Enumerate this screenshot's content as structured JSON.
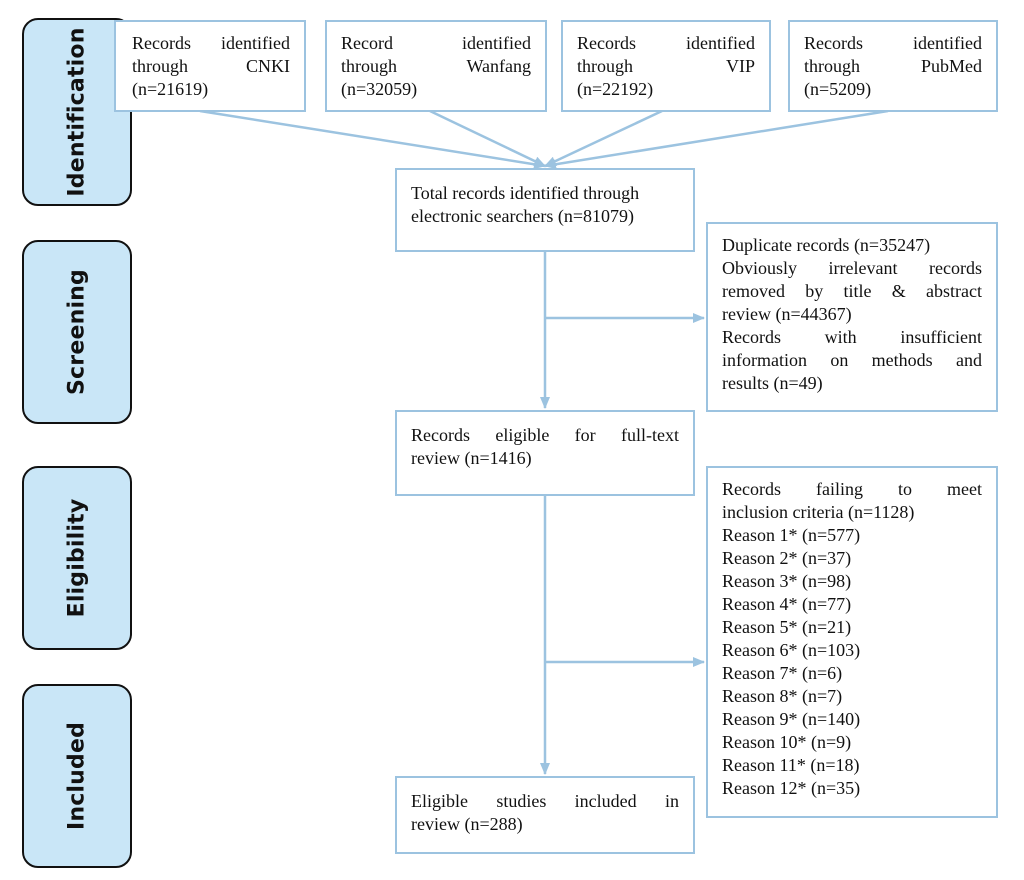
{
  "stages": {
    "identification": "Identification",
    "screening": "Screening",
    "eligibility": "Eligibility",
    "included": "Included"
  },
  "sources": [
    {
      "line1": "Records identified",
      "line2": "through CNKI",
      "line3": "(n=21619)"
    },
    {
      "line1": "Record identified",
      "line2": "through Wanfang",
      "line3": "(n=32059)"
    },
    {
      "line1": "Records identified",
      "line2": "through VIP",
      "line3": "(n=22192)"
    },
    {
      "line1": "Records identified",
      "line2": "through PubMed",
      "line3": "(n=5209)"
    }
  ],
  "total": {
    "line1": "Total records identified through",
    "line2": "electronic searchers (n=81079)"
  },
  "screening_excluded": [
    "Duplicate records (n=35247)",
    "Obviously irrelevant records",
    "removed by title & abstract",
    "review (n=44367)",
    "Records with insufficient",
    "information on methods and",
    "results (n=49)"
  ],
  "fulltext": {
    "line1": "Records eligible for full-text",
    "line2": "review (n=1416)"
  },
  "eligibility_excluded": [
    "Records failing to meet",
    "inclusion criteria (n=1128)",
    "Reason 1* (n=577)",
    "Reason 2* (n=37)",
    "Reason 3* (n=98)",
    "Reason 4* (n=77)",
    "Reason 5* (n=21)",
    "Reason 6* (n=103)",
    "Reason 7* (n=6)",
    "Reason 8* (n=7)",
    "Reason 9* (n=140)",
    "Reason 10* (n=9)",
    "Reason 11* (n=18)",
    "Reason 12* (n=35)"
  ],
  "included": {
    "line1": "Eligible studies included in",
    "line2": "review (n=288)"
  },
  "colors": {
    "stage_fill": "#c9e6f7",
    "box_border": "#9cc3e0",
    "arrow": "#9cc3e0"
  }
}
